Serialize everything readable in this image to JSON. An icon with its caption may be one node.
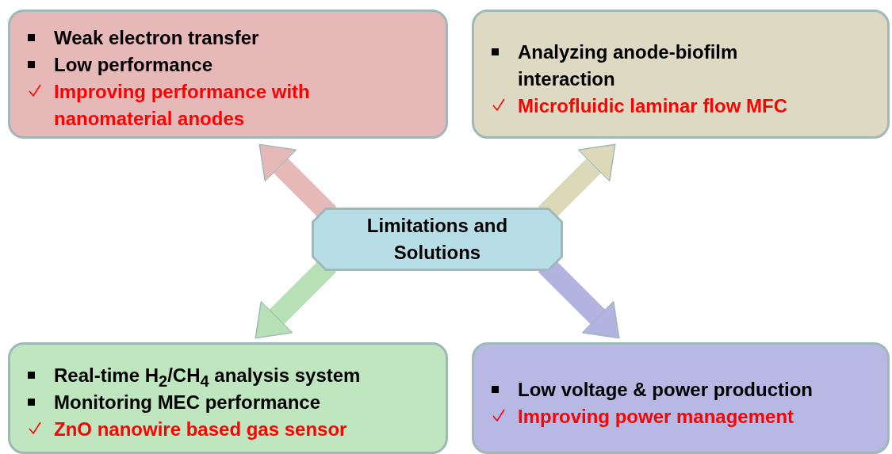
{
  "diagram": {
    "nodes": [
      {
        "text": [
          "Weak electron transfer",
          "Low performance",
          "Improving performance with nanomaterial anodes"
        ]
      },
      {
        "text": [
          "Analyzing anode-biofilm interaction",
          "Microfluidic laminar flow MFC"
        ]
      },
      {
        "text": [
          "Limitations and Solutions"
        ]
      },
      {
        "text": [
          "Real-time H$_{2}$/CH$_{4}$ analysis system",
          "Monitoring MEC performance",
          "ZnO nanowire based gas sensor"
        ]
      },
      {
        "text": [
          "Low voltage & power production",
          "Improving power management"
        ]
      }
    ],
    "edges": [
      {
        "from": 2,
        "to": 0,
        "arrow": "to",
        "color": "#e6b9b8"
      },
      {
        "from": 2,
        "to": 1,
        "arrow": "to",
        "color": "#ddd9b8"
      },
      {
        "from": 2,
        "to": 3,
        "arrow": "to",
        "color": "#b7e0b7"
      },
      {
        "from": 2,
        "to": 4,
        "arrow": "to",
        "color": "#b3b3e0"
      }
    ]
  }
}
